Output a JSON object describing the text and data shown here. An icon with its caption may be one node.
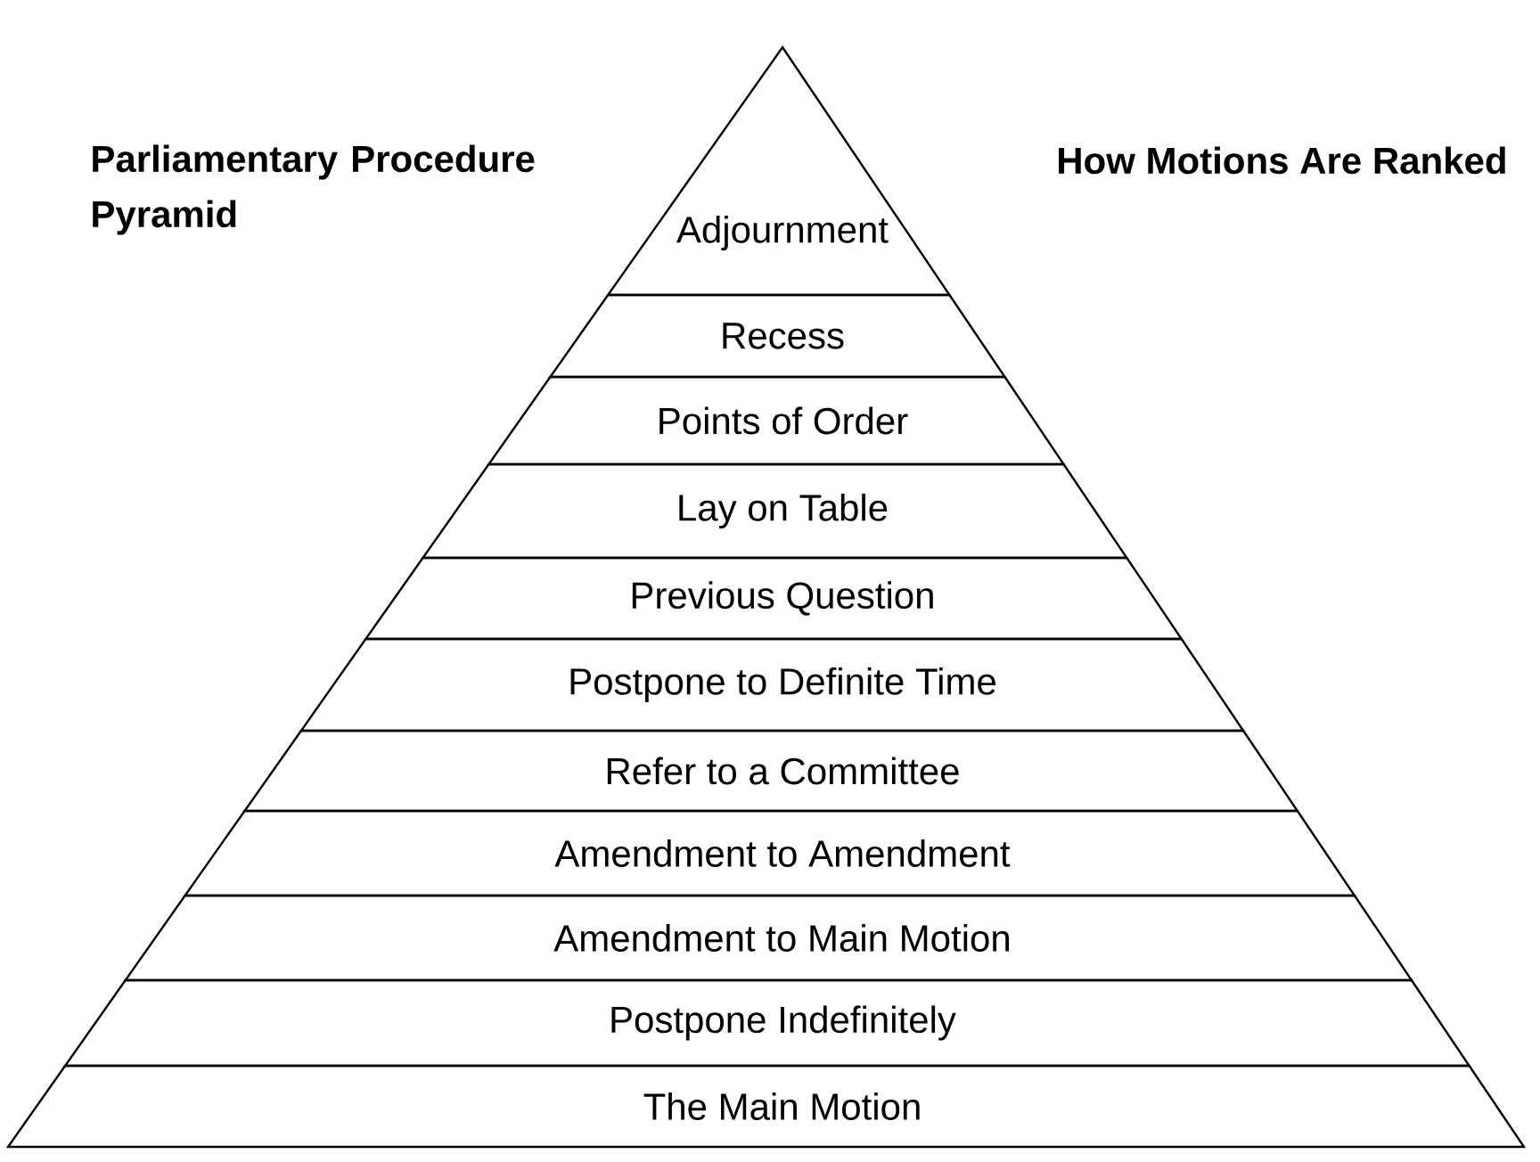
{
  "diagram": {
    "title": "Parliamentary Procedure Pyramid",
    "nodes": [
      {
        "text": [
          "Adjournment"
        ]
      },
      {
        "text": [
          "Recess"
        ]
      },
      {
        "text": [
          "Points of Order"
        ]
      },
      {
        "text": [
          "Lay on Table"
        ]
      },
      {
        "text": [
          "Previous Question"
        ]
      },
      {
        "text": [
          "Postpone to Definite Time"
        ]
      },
      {
        "text": [
          "Refer to a Committee"
        ]
      },
      {
        "text": [
          "Amendment to Amendment"
        ]
      },
      {
        "text": [
          "Amendment to Main Motion"
        ]
      },
      {
        "text": [
          "Postpone Indefinitely"
        ]
      },
      {
        "text": [
          "The Main Motion"
        ]
      }
    ],
    "labels": [
      "How Motions Are Ranked"
    ]
  }
}
